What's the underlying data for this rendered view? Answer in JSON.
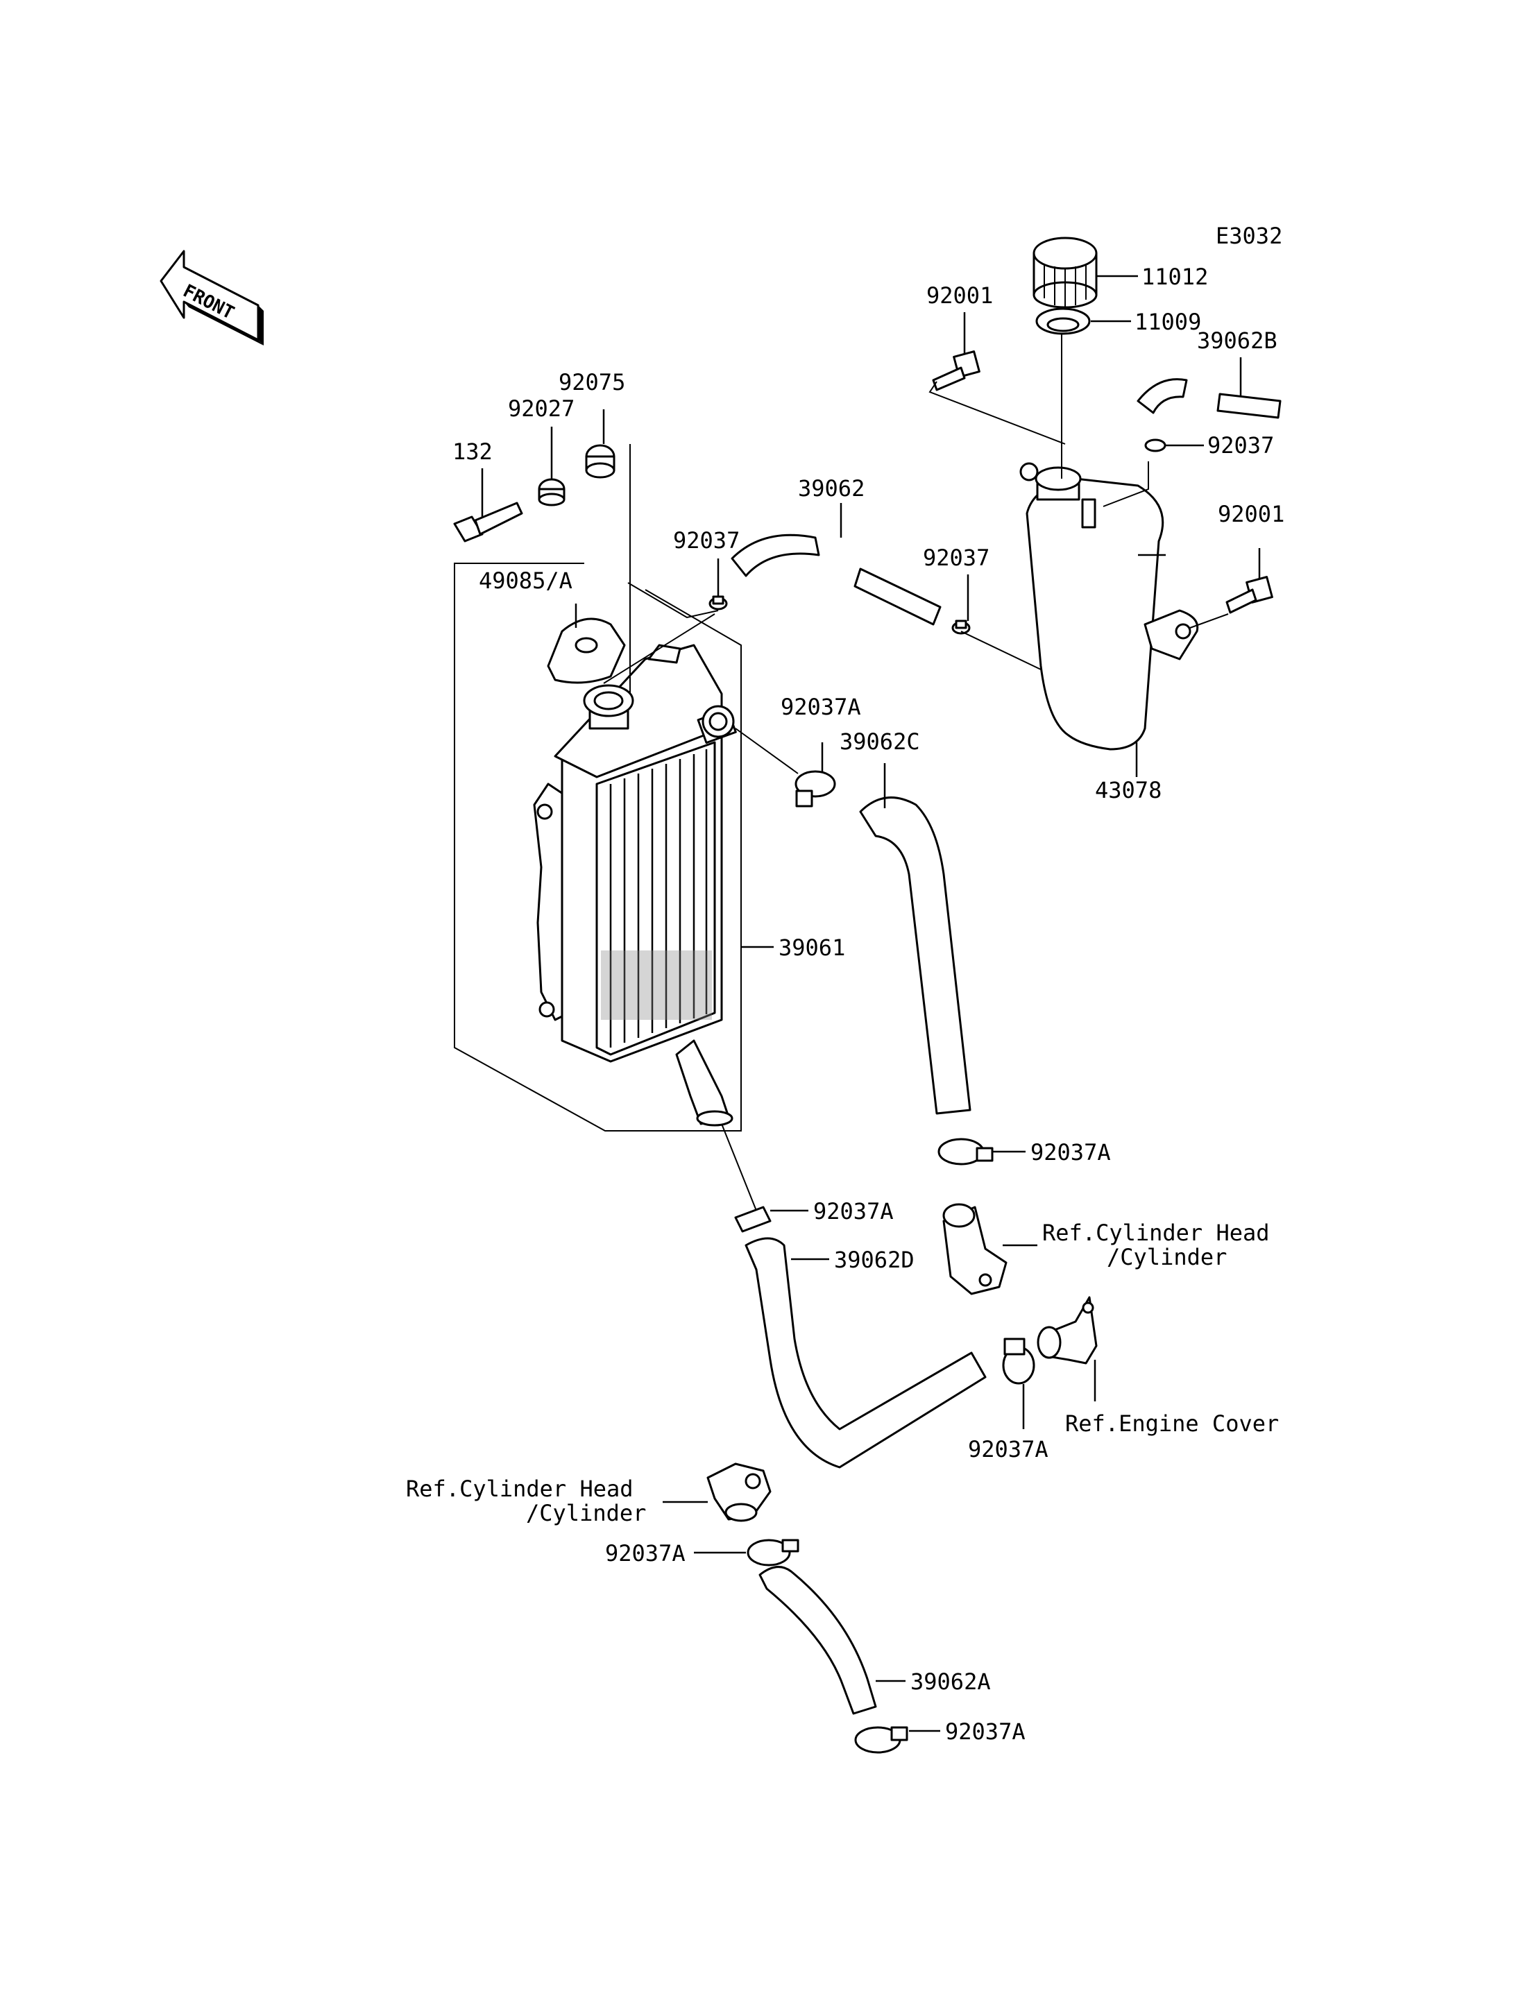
{
  "diagram_code": "E3032",
  "front_label": "FRONT",
  "labels": {
    "cap": "11012",
    "seal": "11009",
    "bolt_top": "92001",
    "hose_b": "39062B",
    "clip_tank": "92037",
    "bolt_right": "92001",
    "grommet": "92075",
    "collar": "92027",
    "bolt_left": "132",
    "hose_top": "39062",
    "clip_left": "92037",
    "clip_mid": "92037",
    "radiator_cap": "49085/A",
    "clamp_c": "92037A",
    "hose_c": "39062C",
    "reservoir": "43078",
    "radiator": "39061",
    "clamp_lower_right": "92037A",
    "clamp_d": "92037A",
    "ref_head_right_1": "Ref.Cylinder Head",
    "ref_head_right_2": "/Cylinder",
    "hose_d": "39062D",
    "ref_engine": "Ref.Engine Cover",
    "clamp_engine": "92037A",
    "ref_head_left_1": "Ref.Cylinder Head",
    "ref_head_left_2": "/Cylinder",
    "clamp_a_top": "92037A",
    "hose_a": "39062A",
    "clamp_a_bottom": "92037A"
  }
}
